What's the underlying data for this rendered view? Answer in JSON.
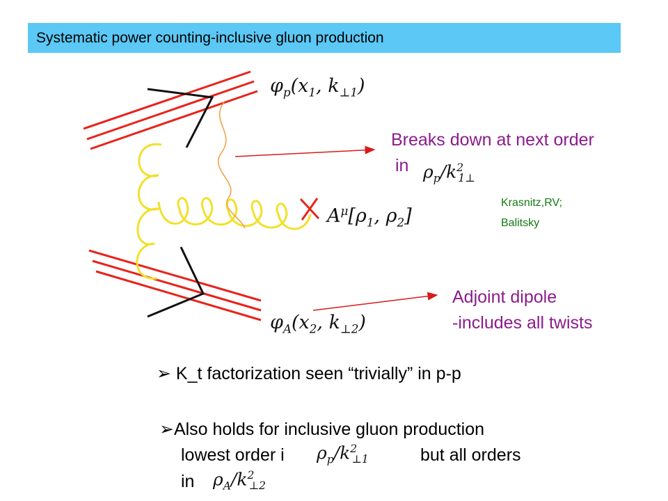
{
  "title": "Systematic power counting-inclusive gluon production",
  "diagram": {
    "label_phi_p": "φp(x1, k⊥1)",
    "label_phi_A": "φA(x2, k⊥2)",
    "label_A_mu": "Aμ[ρ1, ρ2]"
  },
  "annotations": {
    "breaks_line1": "Breaks down at next order",
    "breaks_line2": "in",
    "breaks_math": "ρp/k²1⊥",
    "credits_line1": "Krasnitz,RV;",
    "credits_line2": "Balitsky",
    "adjoint_line1": "Adjoint dipole",
    "adjoint_line2": "-includes all twists"
  },
  "bullets": {
    "b1": "K_t factorization seen “trivially” in p-p",
    "b2": "Also holds for inclusive gluon  production",
    "b2_line2_a": "lowest order i",
    "b2_math1": "ρp/k²⊥1",
    "b2_line2_b": "but  all orders",
    "b2_line3": "in",
    "b2_math2": "ρA/k²⊥2"
  },
  "colors": {
    "title_bg": "#5bc8f5",
    "red_lines": "#e8231c",
    "gluon": "#f2e02a",
    "arrow": "#d81a1a"
  }
}
